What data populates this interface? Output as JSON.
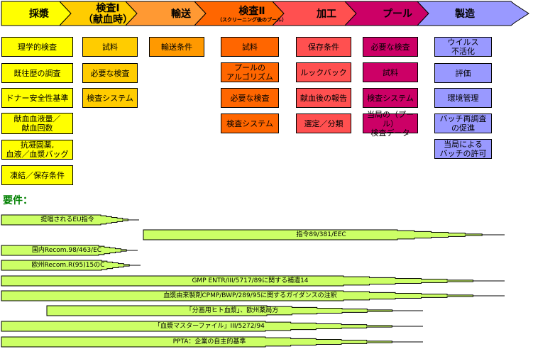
{
  "stages": [
    {
      "id": "collection",
      "label": "採漿",
      "sub": "",
      "color": "#ffff00"
    },
    {
      "id": "test1",
      "label": "検査Ⅰ",
      "sub": "（献血時）",
      "color": "#ffcc00",
      "sub_large": true
    },
    {
      "id": "transport",
      "label": "輸送",
      "sub": "",
      "color": "#ff9933"
    },
    {
      "id": "test2",
      "label": "検査Ⅱ",
      "sub": "（スクリーニング後のプール）",
      "color": "#ff6600"
    },
    {
      "id": "processing",
      "label": "加工",
      "sub": "",
      "color": "#ff5050"
    },
    {
      "id": "pool",
      "label": "プール",
      "sub": "",
      "color": "#cc0066"
    },
    {
      "id": "manufacturing",
      "label": "製造",
      "sub": "",
      "color": "#9999ff"
    }
  ],
  "columns": [
    {
      "stage": "collection",
      "color": "#ffff00",
      "items": [
        "理学的検査",
        "既往歴の調査",
        "ドナー安全性基準",
        "献血血液量／\n献血回数",
        "抗凝固薬,\n血液／血漿バッグ",
        "凍結／保存条件"
      ]
    },
    {
      "stage": "test1",
      "color": "#ffcc00",
      "items": [
        "試料",
        "必要な検査",
        "検査システム"
      ]
    },
    {
      "stage": "transport",
      "color": "#ff9900",
      "items": [
        "輸送条件"
      ]
    },
    {
      "stage": "test2",
      "color": "#ff6600",
      "items": [
        "試料",
        "プールの\nアルゴリズム",
        "必要な検査",
        "検査システム"
      ]
    },
    {
      "stage": "processing",
      "color": "#ff5050",
      "items": [
        "保存条件",
        "ルックバック",
        "献血後の報告",
        "選定／分類"
      ]
    },
    {
      "stage": "pool",
      "color": "#cc0066",
      "items": [
        "必要な検査",
        "試料",
        "検査システム",
        "当局の（プール）\n検査データ"
      ]
    },
    {
      "stage": "manufacturing",
      "color": "#9999ff",
      "items": [
        "ウイルス\n不活化",
        "評価",
        "環境管理",
        "バッチ再調査\nの促進",
        "当局による\nバッチの許可"
      ]
    }
  ],
  "requirements": {
    "title": "要件：",
    "bar_color": "#ccff66",
    "items": [
      {
        "label": "提唱されるEU指令",
        "from_stage": "collection",
        "to_stage": "test1"
      },
      {
        "label": "指令89/381/EEC",
        "from_stage": "transport",
        "to_stage": "manufacturing"
      },
      {
        "label": "国内Recom.98/463/EC",
        "from_stage": "collection",
        "to_stage": "test1"
      },
      {
        "label": "欧州Recom.R(95)15のC",
        "from_stage": "collection",
        "to_stage": "test1"
      },
      {
        "label": "GMP ENTR/III/5717/89に関する補遺14",
        "from_stage": "collection",
        "to_stage": "manufacturing"
      },
      {
        "label": "血漿由来製剤CPMP/BWP/289/95に関するガイダンスの注釈",
        "from_stage": "collection",
        "to_stage": "manufacturing"
      },
      {
        "label": "「分画用ヒト血漿」、欧州薬局方",
        "from_stage": "test1",
        "to_stage": "processing"
      },
      {
        "label": "「血漿マスターファイル」III/5272/94",
        "from_stage": "collection",
        "to_stage": "processing"
      },
      {
        "label": "PPTA：企業の自主的基準",
        "from_stage": "collection",
        "to_stage": "processing"
      }
    ]
  }
}
